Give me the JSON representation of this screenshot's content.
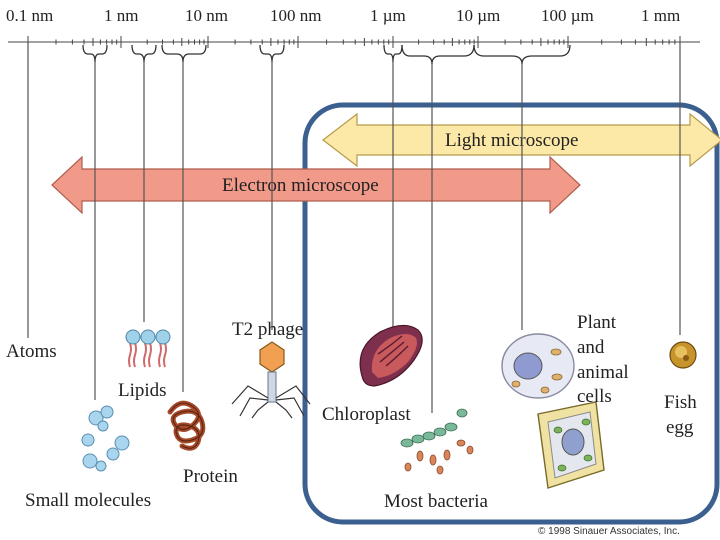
{
  "scale": {
    "labels": [
      "0.1 nm",
      "1 nm",
      "10 nm",
      "100 nm",
      "1 µm",
      "10 µm",
      "100 µm",
      "1 mm"
    ]
  },
  "arrows": {
    "light": "Light microscope",
    "electron": "Electron microscope"
  },
  "objects": {
    "atoms": "Atoms",
    "small_molecules": "Small molecules",
    "lipids": "Lipids",
    "protein": "Protein",
    "t2_phage": "T2 phage",
    "chloroplast": "Chloroplast",
    "most_bacteria": "Most bacteria",
    "cells_line1": "Plant",
    "cells_line2": "and",
    "cells_line3": "animal",
    "cells_line4": "cells",
    "fish_line1": "Fish",
    "fish_line2": "egg"
  },
  "copyright": "© 1998 Sinauer Associates, Inc.",
  "colors": {
    "light_arrow": "#fde9a7",
    "electron_arrow": "#f29a8a",
    "highlight_box": "#3b5f8f"
  }
}
